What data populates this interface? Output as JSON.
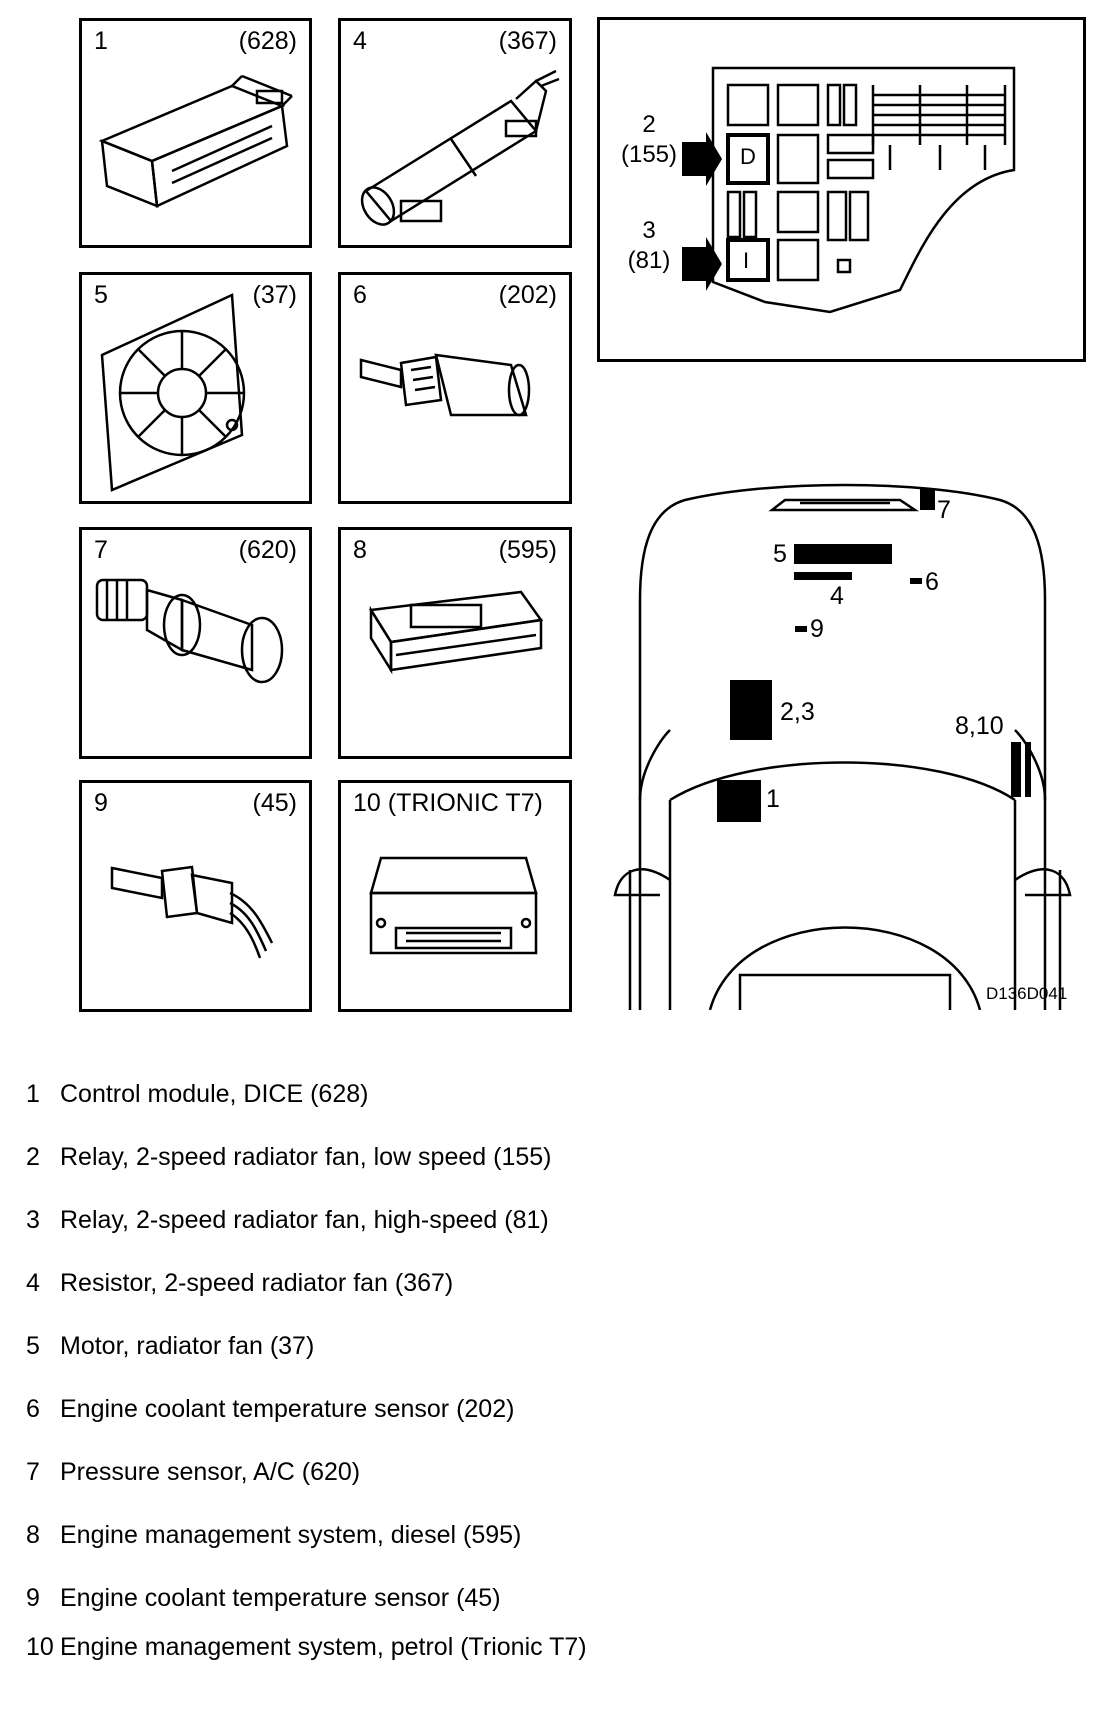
{
  "panels": [
    {
      "num": "1",
      "code": "(628)",
      "icon": "control-module-icon"
    },
    {
      "num": "4",
      "code": "(367)",
      "icon": "resistor-icon"
    },
    {
      "num": "5",
      "code": "(37)",
      "icon": "fan-motor-icon"
    },
    {
      "num": "6",
      "code": "(202)",
      "icon": "temperature-sensor-icon"
    },
    {
      "num": "7",
      "code": "(620)",
      "icon": "pressure-sensor-icon"
    },
    {
      "num": "8",
      "code": "(595)",
      "icon": "ecu-diesel-icon"
    },
    {
      "num": "9",
      "code": "(45)",
      "icon": "temperature-sensor-icon"
    },
    {
      "num": "10",
      "code": "(TRIONIC T7)",
      "icon": "ecu-petrol-icon"
    }
  ],
  "fusebox": {
    "relay2": {
      "num": "2",
      "code": "(155)",
      "mark": "D"
    },
    "relay3": {
      "num": "3",
      "code": "(81)",
      "mark": "I"
    }
  },
  "car_labels": {
    "l7": "7",
    "l5": "5",
    "l4": "4",
    "l6": "6",
    "l9": "9",
    "l23": "2,3",
    "l810": "8,10",
    "l1": "1"
  },
  "diagram_id": "D136D041",
  "legend": [
    {
      "num": "1",
      "text": "Control module, DICE (628)"
    },
    {
      "num": "2",
      "text": "Relay, 2-speed radiator fan, low speed (155)"
    },
    {
      "num": "3",
      "text": "Relay, 2-speed radiator fan, high-speed (81)"
    },
    {
      "num": "4",
      "text": "Resistor, 2-speed radiator fan (367)"
    },
    {
      "num": "5",
      "text": "Motor, radiator fan (37)"
    },
    {
      "num": "6",
      "text": "Engine coolant temperature sensor (202)"
    },
    {
      "num": "7",
      "text": "Pressure sensor, A/C (620)"
    },
    {
      "num": "8",
      "text": "Engine management system, diesel (595)"
    },
    {
      "num": "9",
      "text": "Engine coolant temperature sensor (45)"
    },
    {
      "num": "10",
      "text": "Engine management system, petrol (Trionic T7)"
    }
  ]
}
